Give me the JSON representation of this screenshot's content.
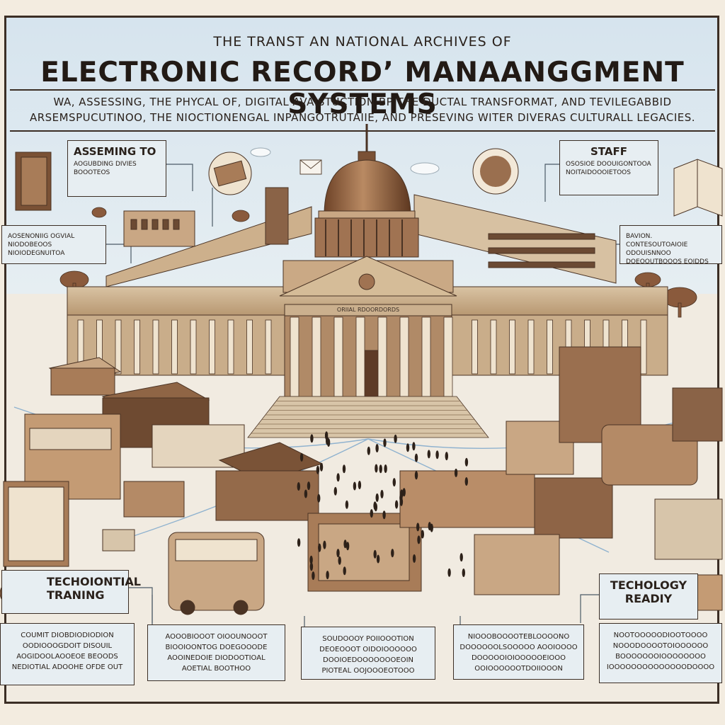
{
  "header": {
    "kicker": "THE TRANST AN NATIONAL ARCHIVES OF",
    "title": "ELECTRONIC RECORD’ MANAANGGMENT SYSTEMS",
    "subtitle_line1": "WA, ASSESSING, THE PHYCAL OF, DIGITAL AVAISTUCTION BP THE DUCTAL TRANSFORMAT, AND TEVILEGABBID",
    "subtitle_line2": "ARSEMSPUCUTINOO, THE NIOCTIONENGAL INPANGOTRUTAIIE, AND PRESEVING WITER DIVERAS CULTURALL LEGACIES."
  },
  "callouts": {
    "assessing": {
      "heading": "ASSEMING TO",
      "text": "AOGUBDING DIVIES BOOOTEOS"
    },
    "left_mid": {
      "text": "AOSENONIIG OGVIAL NIODOBEOOS NIOIODEGNUITOA"
    },
    "staff": {
      "heading": "STAFF",
      "text": "OSOSIOE DOOUIGONTOOA NOITAIDOOOIETOOS"
    },
    "right_mid": {
      "text": "BAVION. CONTESOUTOAIOIE ODOUISNNOO DOEOOUTBOOOS EOIDDS"
    },
    "tech_training": {
      "heading": "TECHOIONTIAL TRANING"
    },
    "tech_ready": {
      "heading": "TECHOLOGY READIY"
    }
  },
  "bottom_boxes": [
    {
      "text": "COUMIT DIOBDIODIODION OODIOOOGDOIT DISOUIL AOGIDOOLAOOEOE BEOODS NEDIOTIAL ADOOHE OFDE OUT"
    },
    {
      "text": "AOOOBIOOOT OIOOUNOOOT BIOOIOONTOG DOEGOOODE AOOINEDOIE DIODOOTIOAL AOETIAL BOOTHOO"
    },
    {
      "text": "SOUDOOOY POIIOOOTION DEOEOOOT OIDOIOOOOOO DOOIOEDOOOOOOOEOIN PIOTEAL OOJOOOEOTOOO"
    },
    {
      "text": "NIOOOBOOOOTEBLOOOONO DOOOOOOLSOOOOO AOOIOOOO DOOOOOIOIOOOOOEIOOO OOIOOOOOOTDOIIOOON"
    },
    {
      "text": "NOOTOOOOODIOOTOOOO NOOODOOOOTOIOOOOOO BOOOOOOOIOOOOOOOO IOOOOOOOOOOOOOODOOOO"
    }
  ],
  "building_sign": "ORIIAL RDOORDORDS",
  "colors": {
    "ink": "#3b2e25",
    "sepia": "#8a5a3c",
    "sky": "#d6e4ee",
    "ground": "#f1ebe1",
    "panel": "#e7eef2"
  }
}
